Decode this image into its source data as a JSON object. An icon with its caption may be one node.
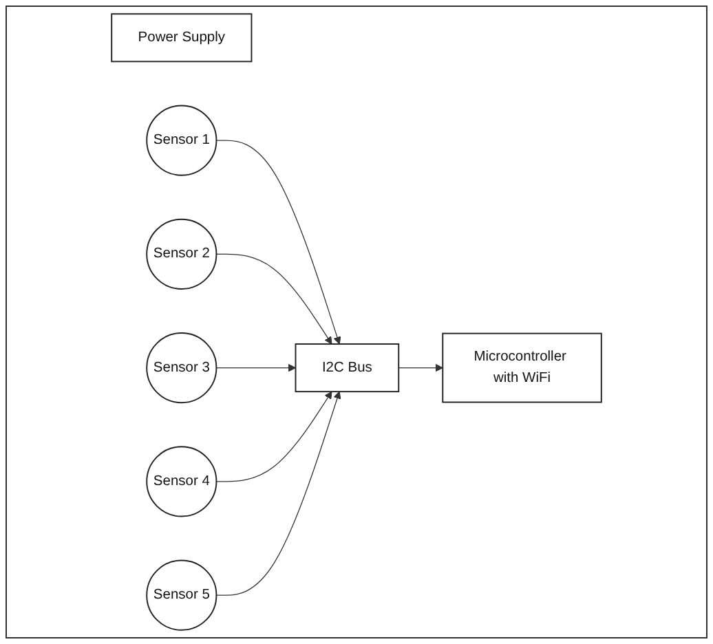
{
  "diagram": {
    "nodes": [
      {
        "text": [
          "Power Supply"
        ]
      },
      {
        "text": [
          "Sensor 1"
        ]
      },
      {
        "text": [
          "Sensor 2"
        ]
      },
      {
        "text": [
          "Sensor 3"
        ]
      },
      {
        "text": [
          "Sensor 4"
        ]
      },
      {
        "text": [
          "Sensor 5"
        ]
      },
      {
        "text": [
          "I2C Bus"
        ]
      },
      {
        "text": [
          "Microcontroller with WiFi"
        ]
      }
    ],
    "edges": [
      {
        "from": 1,
        "to": 6,
        "arrow": "to"
      },
      {
        "from": 2,
        "to": 6,
        "arrow": "to"
      },
      {
        "from": 3,
        "to": 6,
        "arrow": "to"
      },
      {
        "from": 4,
        "to": 6,
        "arrow": "to"
      },
      {
        "from": 5,
        "to": 6,
        "arrow": "to"
      },
      {
        "from": 6,
        "to": 7,
        "arrow": "to"
      }
    ]
  }
}
